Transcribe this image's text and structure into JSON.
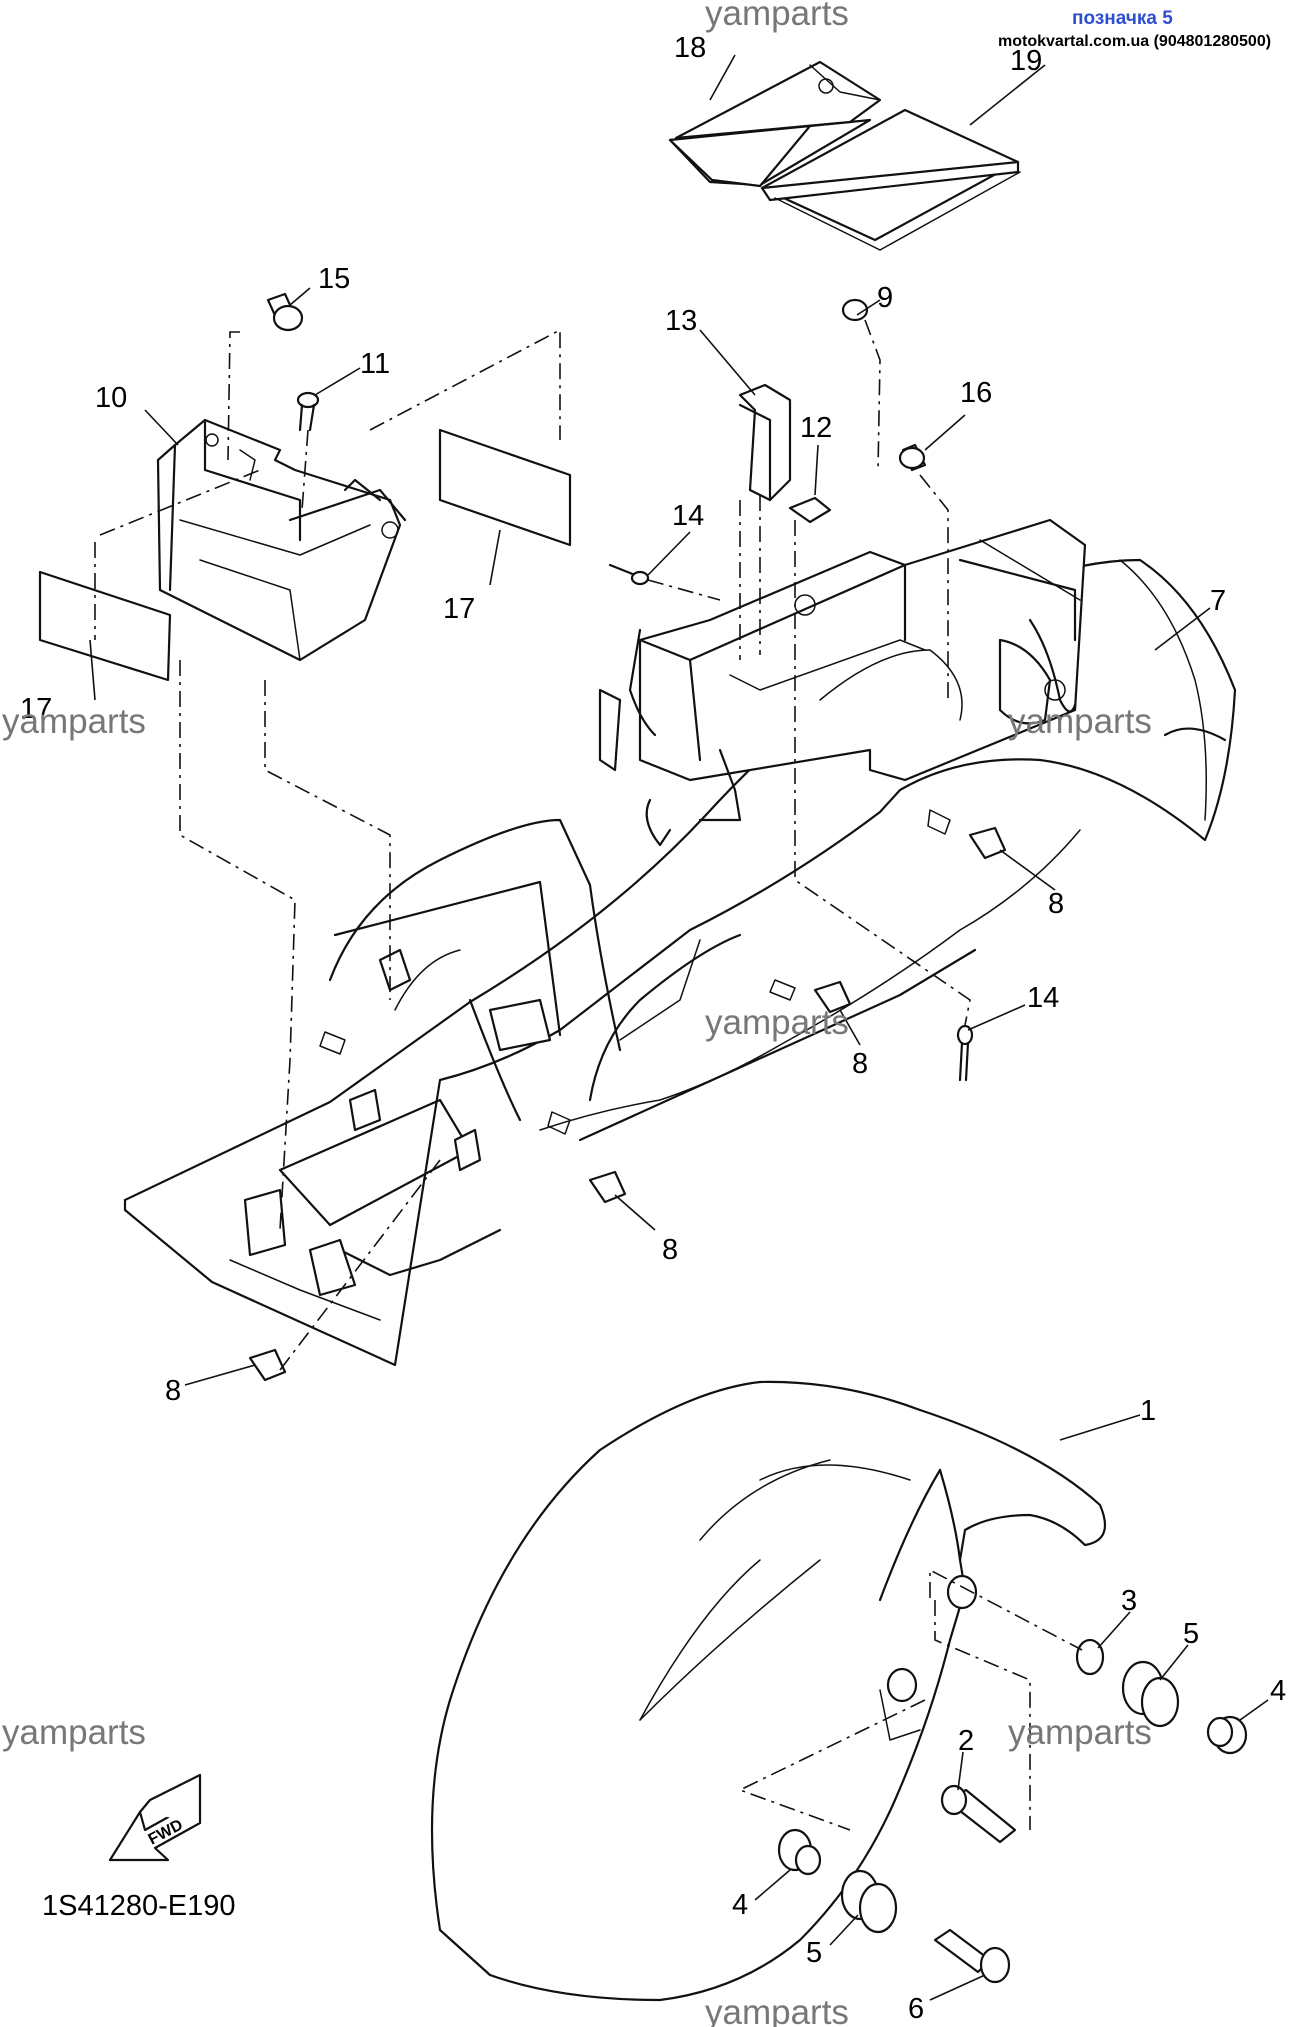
{
  "header": {
    "note_label": "позначка 5",
    "source": "motokvartal.com.ua (904801280500)"
  },
  "watermark": "yamparts",
  "diagram_code": "1S41280-E190",
  "fwd_label": "FWD",
  "callouts": {
    "c1": "1",
    "c2": "2",
    "c3": "3",
    "c4a": "4",
    "c4b": "4",
    "c5a": "5",
    "c5b": "5",
    "c6": "6",
    "c7": "7",
    "c8a": "8",
    "c8b": "8",
    "c8c": "8",
    "c8d": "8",
    "c9": "9",
    "c10": "10",
    "c11": "11",
    "c12": "12",
    "c13": "13",
    "c14a": "14",
    "c14b": "14",
    "c15": "15",
    "c16": "16",
    "c17a": "17",
    "c17b": "17",
    "c18": "18",
    "c19": "19"
  }
}
